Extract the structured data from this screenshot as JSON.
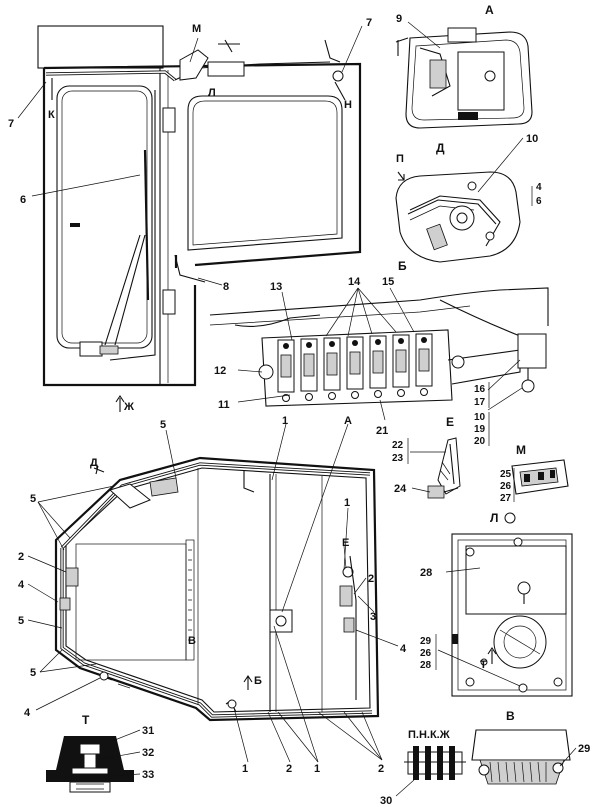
{
  "labels": {
    "n1": "1",
    "n2": "2",
    "n3": "3",
    "n4": "4",
    "n5": "5",
    "n6": "6",
    "n7": "7",
    "n8": "8",
    "n9": "9",
    "n10": "10",
    "n11": "11",
    "n12": "12",
    "n13": "13",
    "n14": "14",
    "n15": "15",
    "n21": "21",
    "n24": "24",
    "n28": "28",
    "n29": "29",
    "n30": "30",
    "n31": "31",
    "n32": "32",
    "n33": "33",
    "ref_10_19_20": [
      "10",
      "19",
      "20"
    ],
    "ref_16_17": [
      "16",
      "17"
    ],
    "ref_22_23": [
      "22",
      "23"
    ],
    "ref_25_26_27": [
      "25",
      "26",
      "27"
    ],
    "ref_29_26_28": [
      "29",
      "26",
      "28"
    ],
    "ref_4_6": [
      "4",
      "6"
    ]
  },
  "views": {
    "A": "А",
    "B": "Б",
    "V": "В",
    "D": "Д",
    "E": "Е",
    "Zh": "Ж",
    "K": "К",
    "L": "Л",
    "M": "М",
    "N": "Н",
    "P": "П",
    "T": "Т",
    "connector": "П.Н.К.Ж"
  }
}
